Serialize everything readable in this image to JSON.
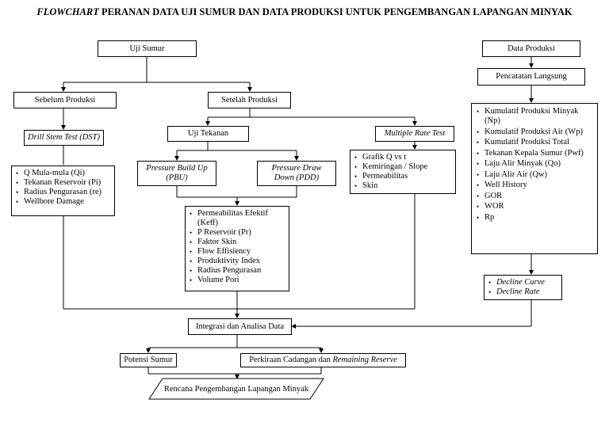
{
  "title": {
    "italic": "FLOWCHART",
    "rest": " PERANAN DATA UJI SUMUR DAN DATA PRODUKSI UNTUK PENGEMBANGAN LAPANGAN MINYAK"
  },
  "nodes": {
    "uji_sumur": "Uji Sumur",
    "sebelum_produksi": "Sebelum Produksi",
    "setelah_produksi": "Setelah Produksi",
    "dst": "Drill Stem Test (DST)",
    "uji_tekanan": "Uji Tekanan",
    "mrt": "Multiple Rate Test",
    "pbu": "Pressure Build Up (PBU)",
    "pdd": "Pressure Draw Down (PDD)",
    "data_produksi": "Data Produksi",
    "pencatatan": "Pencatatan Langsung",
    "integrasi": "Integrasi dan Analisa Data",
    "potensi": "Potensi Sumur",
    "perkiraan_prefix": "Perkiraan Cadangan dan ",
    "perkiraan_italic": "Remaining Reserve",
    "rencana": "Rencana Pengembangan Lapangan Minyak"
  },
  "lists": {
    "dst_params": [
      "Q Mula-mula (Qi)",
      "Tekanan Reservoir (Pi)",
      "Radius Pengurasan (re)",
      "Wellbore Damage"
    ],
    "pressure_params": [
      "Permeabilitas Efektif (Keff)",
      "P Reservoir (Pr)",
      "Faktor Skin",
      "Flow Effisiency",
      "Produktivity Index",
      "Radius Pengurasan",
      "Volume Pori"
    ],
    "mrt_params": [
      "Grafik Q vs t",
      "Kemiringan / Slope",
      "Permeabilitas",
      "Skin"
    ],
    "produksi_params": [
      "Kumulatif Produksi Minyak (Np)",
      "Kumulatif Produksi Air (Wp)",
      "Kumulatif Produksi Total",
      "Tekanan Kepala Sumur (Pwf)",
      "Laju Alir Minyak (Qo)",
      "Laju Alir Air (Qw)",
      "Well History",
      "GOR",
      "WOR",
      "Rp"
    ],
    "decline": [
      "Decline Curve",
      "Decline Rate"
    ]
  }
}
